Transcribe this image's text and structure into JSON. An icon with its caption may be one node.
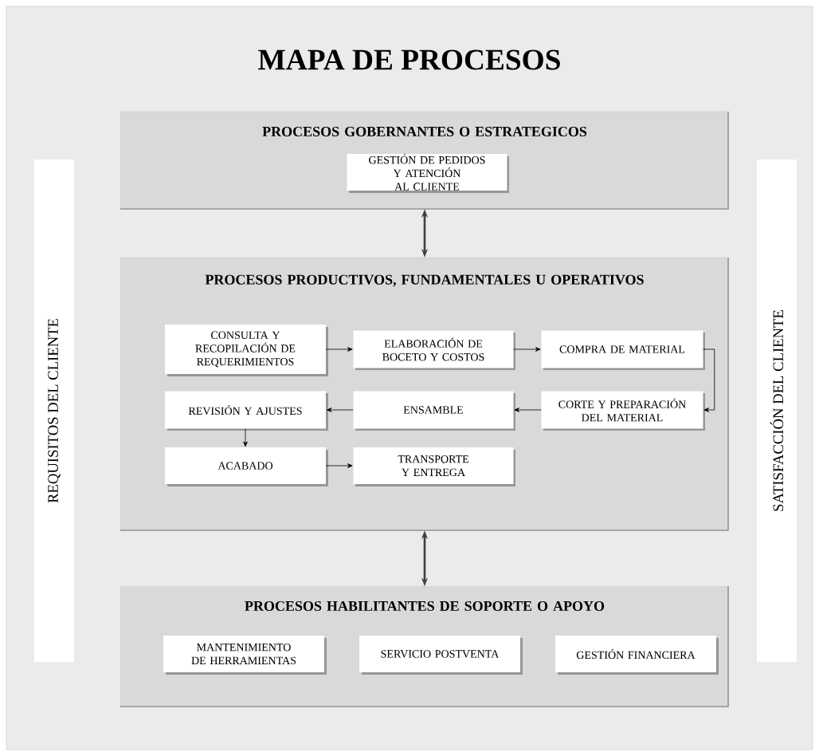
{
  "diagram": {
    "title": "MAPA DE PROCESOS",
    "nodes": [
      {
        "text": [
          "PROCESOS GOBERNANTES O ESTRATEGICOS"
        ]
      },
      {
        "text": [
          "GESTIÓN DE PEDIDOS Y ATENCIÓN AL CLIENTE"
        ],
        "in": 0
      },
      {
        "text": [
          "PROCESOS PRODUCTIVOS, FUNDAMENTALES U OPERATIVOS"
        ]
      },
      {
        "text": [
          "CONSULTA Y RECOPILACIÓN DE REQUERIMIENTOS"
        ],
        "in": 2
      },
      {
        "text": [
          "ELABORACIÓN DE BOCETO Y COSTOS"
        ],
        "in": 2
      },
      {
        "text": [
          "COMPRA DE MATERIAL"
        ],
        "in": 2
      },
      {
        "text": [
          "REVISIÓN Y AJUSTES"
        ],
        "in": 2
      },
      {
        "text": [
          "ENSAMBLE"
        ],
        "in": 2
      },
      {
        "text": [
          "CORTE Y PREPARACIÓN DEL MATERIAL"
        ],
        "in": 2
      },
      {
        "text": [
          "ACABADO"
        ],
        "in": 2
      },
      {
        "text": [
          "TRANSPORTE Y ENTREGA"
        ],
        "in": 2
      },
      {
        "text": [
          "PROCESOS HABILITANTES DE SOPORTE O APOYO"
        ]
      },
      {
        "text": [
          "MANTENIMIENTO DE HERRAMIENTAS"
        ],
        "in": 11
      },
      {
        "text": [
          "SERVICIO POSTVENTA"
        ],
        "in": 11
      },
      {
        "text": [
          "GESTIÓN FINANCIERA"
        ],
        "in": 11
      },
      {
        "text": [
          "REQUISITOS DEL CLIENTE"
        ]
      },
      {
        "text": [
          "SATISFACCIÓN DEL CLIENTE"
        ]
      }
    ],
    "edges": [
      {
        "from": 0,
        "to": 2,
        "arrow": "both",
        "style": "thick",
        "color": "#404040"
      },
      {
        "from": 3,
        "to": 4,
        "arrow": "to"
      },
      {
        "from": 4,
        "to": 5,
        "arrow": "to"
      },
      {
        "from": 5,
        "to": 8,
        "arrow": "to"
      },
      {
        "from": 8,
        "to": 7,
        "arrow": "to"
      },
      {
        "from": 7,
        "to": 6,
        "arrow": "to"
      },
      {
        "from": 6,
        "to": 9,
        "arrow": "to"
      },
      {
        "from": 9,
        "to": 10,
        "arrow": "to"
      },
      {
        "from": 2,
        "to": 11,
        "arrow": "both",
        "style": "thick",
        "color": "#404040"
      }
    ]
  }
}
